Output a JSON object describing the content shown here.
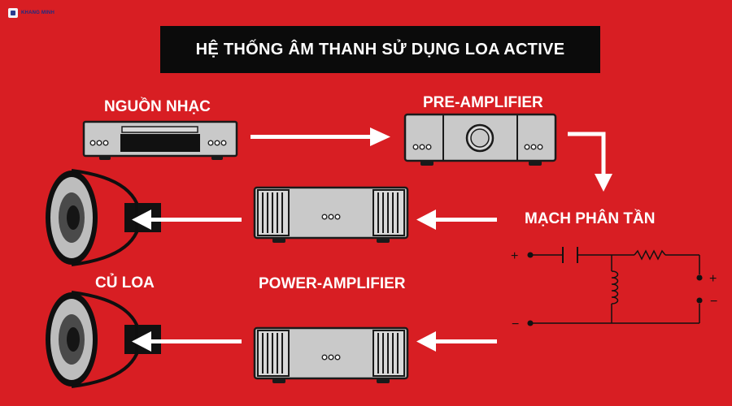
{
  "logo": {
    "text": "KHANG MINH"
  },
  "title": "HỆ THỐNG ÂM THANH SỬ DỤNG LOA ACTIVE",
  "labels": {
    "source": "NGUỒN NHẠC",
    "pre_amplifier": "PRE-AMPLIFIER",
    "crossover": "MẠCH PHÂN TẦN",
    "power_amplifier": "POWER-AMPLIFIER",
    "driver": "CỦ LOA"
  },
  "crossover_signs": {
    "in_plus": "+",
    "in_minus": "−",
    "out_plus": "+",
    "out_minus": "−"
  },
  "colors": {
    "background": "#d81e23",
    "title_bar": "#0b0b0b",
    "device": "#c9c9c9",
    "device_dark": "#1a1a1a",
    "text": "#ffffff"
  },
  "icons": [
    "cd-player-icon",
    "pre-amplifier-icon",
    "power-amplifier-icon",
    "speaker-driver-icon",
    "crossover-circuit-icon",
    "arrow-icon"
  ]
}
